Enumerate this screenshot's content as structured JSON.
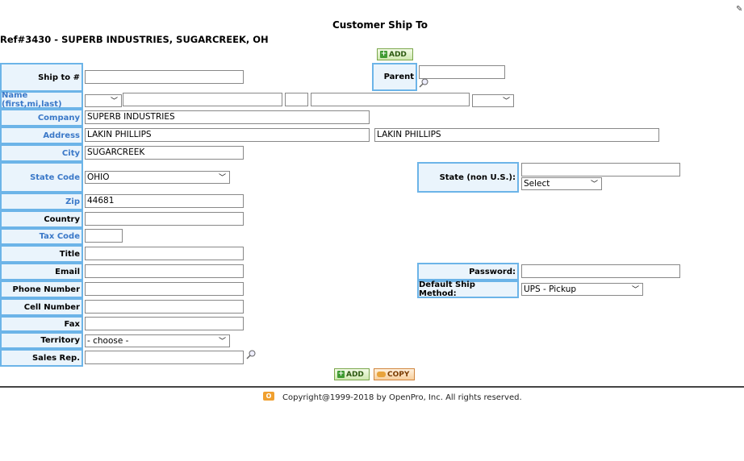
{
  "header": {
    "title": "Customer Ship To",
    "ref": "Ref#3430 - SUPERB INDUSTRIES, SUGARCREEK, OH"
  },
  "buttons": {
    "add": "ADD",
    "copy": "COPY"
  },
  "labels": {
    "ship_to": "Ship to #",
    "parent": "Parent",
    "name": "Name (first,mi,last)",
    "company": "Company",
    "address": "Address",
    "city": "City",
    "state_code": "State Code",
    "state_non_us": "State (non U.S.):",
    "zip": "Zip",
    "country": "Country",
    "tax_code": "Tax Code",
    "title": "Title",
    "email": "Email",
    "password": "Password:",
    "phone": "Phone Number",
    "default_ship_method": "Default Ship Method:",
    "cell": "Cell Number",
    "fax": "Fax",
    "territory": "Territory",
    "sales_rep": "Sales Rep."
  },
  "values": {
    "ship_to": "",
    "parent": "",
    "company": "SUPERB INDUSTRIES",
    "address1": "LAKIN PHILLIPS",
    "address2": "LAKIN PHILLIPS",
    "city": "SUGARCREEK",
    "state_code": "OHIO",
    "state_non_us": "",
    "state_non_us_select": "Select",
    "zip": "44681",
    "country": "",
    "tax_code": "",
    "title": "",
    "email": "",
    "password": "",
    "phone": "",
    "default_ship_method": "UPS - Pickup",
    "cell": "",
    "fax": "",
    "territory": "- choose -",
    "sales_rep": ""
  },
  "footer": {
    "copyright": "Copyright@1999-2018 by OpenPro, Inc. All rights reserved."
  }
}
